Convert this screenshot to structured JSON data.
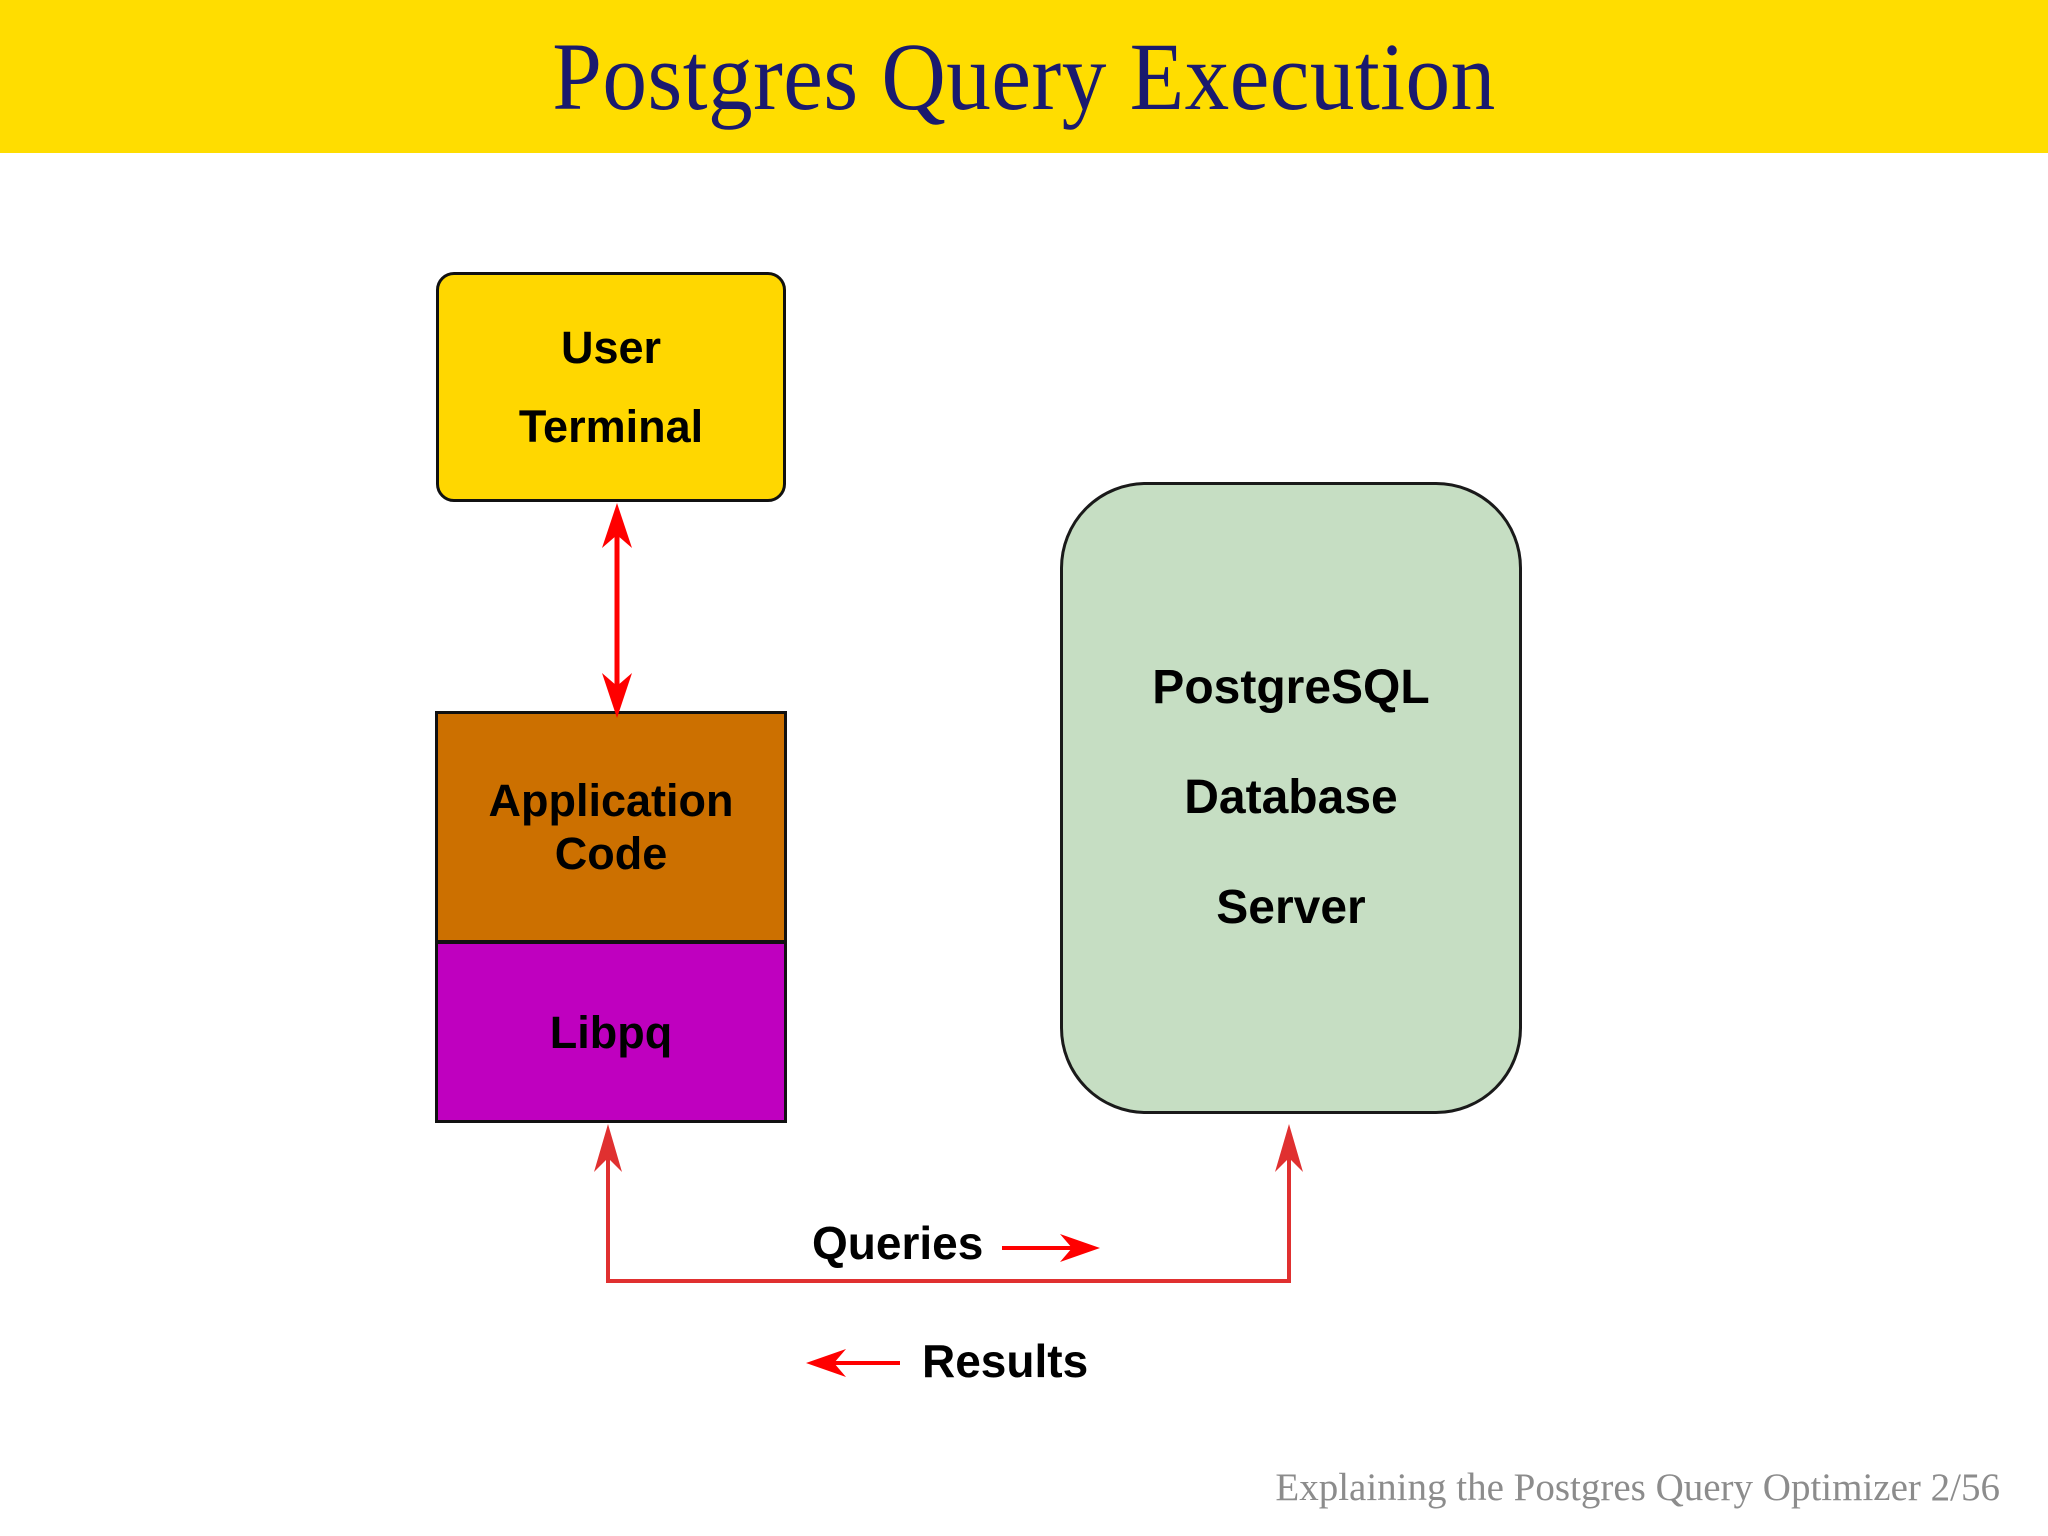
{
  "slide": {
    "title": "Postgres Query Execution",
    "title_band_color": "#FFDD00",
    "title_text_color": "#1a1a6e",
    "background_color": "#ffffff"
  },
  "diagram": {
    "type": "flow",
    "nodes": [
      {
        "id": "user-terminal",
        "lines": [
          "User",
          "Terminal"
        ],
        "fill": "#FFD700",
        "shape": "rounded-rect"
      },
      {
        "id": "application-code",
        "lines": [
          "Application",
          "Code"
        ],
        "fill": "#CC7000",
        "shape": "rect"
      },
      {
        "id": "libpq",
        "lines": [
          "Libpq"
        ],
        "fill": "#BF00BF",
        "shape": "rect"
      },
      {
        "id": "postgres-server",
        "lines": [
          "PostgreSQL",
          "Database",
          "Server"
        ],
        "fill": "#C6DEC3",
        "shape": "rounded-rect-large"
      }
    ],
    "connectors": [
      {
        "id": "terminal-app",
        "from": "user-terminal",
        "to": "application-code",
        "style": "double-headed-vertical",
        "color": "#FF0000"
      },
      {
        "id": "libpq-server",
        "from": "libpq",
        "to": "postgres-server",
        "style": "u-shaped-bidirectional",
        "color": "#E03030"
      }
    ],
    "flow_labels": [
      {
        "id": "queries",
        "text": "Queries",
        "direction": "right",
        "arrow_color": "#FF0000"
      },
      {
        "id": "results",
        "text": "Results",
        "direction": "left",
        "arrow_color": "#FF0000"
      }
    ]
  },
  "footer": {
    "text": "Explaining the Postgres Query Optimizer  2/56",
    "color": "#8c8c8c"
  }
}
